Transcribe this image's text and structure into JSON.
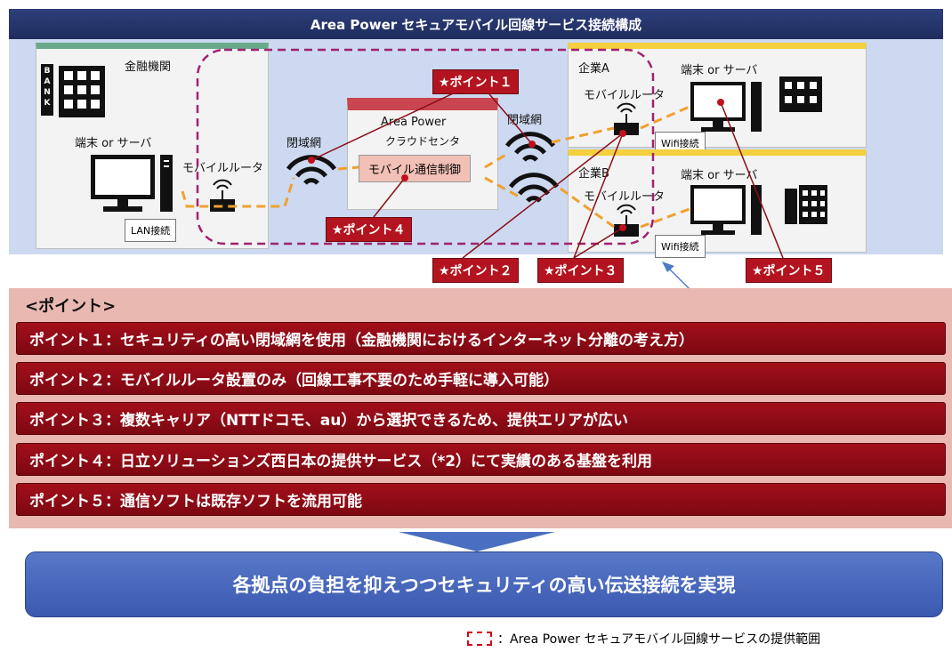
{
  "header": {
    "title": "Area Power セキュアモバイル回線サービス接続構成"
  },
  "diagram": {
    "bank": {
      "title": "金融機関",
      "sign": "BANK",
      "terminal_label": "端末 or サーバ",
      "router_label": "モバイルルータ",
      "lan_callout": "LAN接続"
    },
    "cloud": {
      "name": "Area Power",
      "subtitle": "クラウドセンタ",
      "control_box": "モバイル通信制御"
    },
    "closed_net_left": "閉域網",
    "closed_net_right": "閉域網",
    "company_a": {
      "title": "企業A",
      "router_label": "モバイルルータ",
      "terminal_label": "端末 or サーバ",
      "wifi_callout": "Wifi接続"
    },
    "company_b": {
      "title": "企業B",
      "router_label": "モバイルルータ",
      "terminal_label": "端末 or サーバ",
      "wifi_callout": "Wifi接続"
    },
    "point_tags": {
      "p1": "★ポイント１",
      "p2": "★ポイント２",
      "p3": "★ポイント３",
      "p4": "★ポイント４",
      "p5": "★ポイント５"
    }
  },
  "points": {
    "heading": "<ポイント>",
    "items": [
      "ポイント１：セキュリティの高い閉域網を使用（金融機関におけるインターネット分離の考え方）",
      "ポイント２：モバイルルータ設置のみ（回線工事不要のため手軽に導入可能）",
      "ポイント３：複数キャリア（NTTドコモ、au）から選択できるため、提供エリアが広い",
      "ポイント４：日立ソリューションズ西日本の提供サービス（*2）にて実績のある基盤を利用",
      "ポイント５：通信ソフトは既存ソフトを流用可能"
    ]
  },
  "result": {
    "text": "各拠点の負担を抑えつつセキュリティの高い伝送接続を実現"
  },
  "legend": {
    "text": "：Area Power セキュアモバイル回線サービスの提供範囲"
  },
  "colors": {
    "header_bg": "#1e2c5e",
    "point_red": "#b3141f",
    "service_dash": "#a0226e",
    "link_orange": "#f0a030",
    "result_blue": "#4665ba"
  }
}
